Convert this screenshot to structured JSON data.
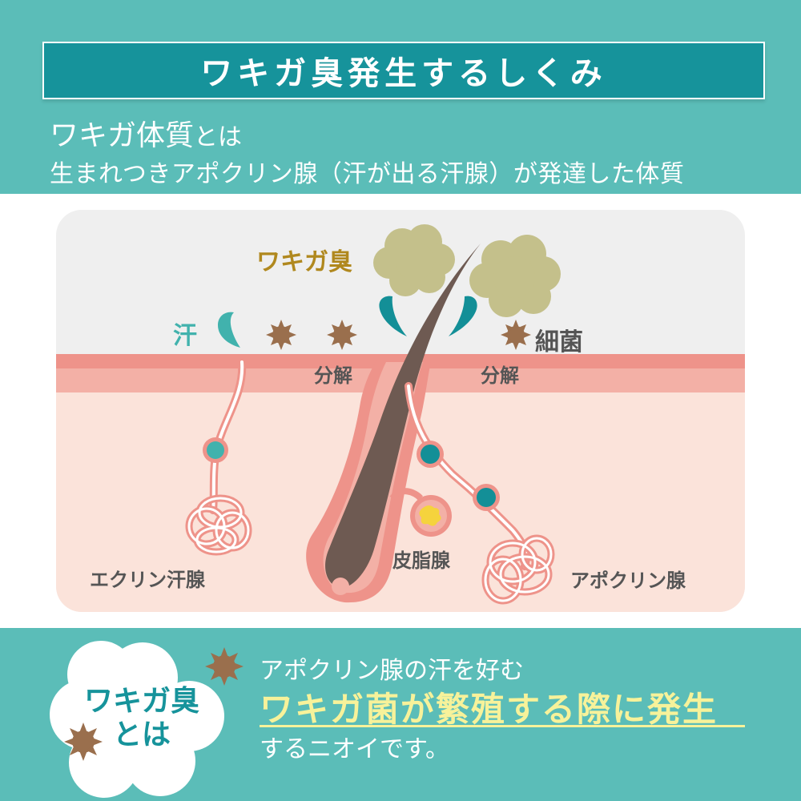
{
  "title": "ワキガ臭発生するしくみ",
  "intro": {
    "term": "ワキガ体質",
    "particle": "とは",
    "description": "生まれつきアポクリン腺（汗が出る汗腺）が発達した体質"
  },
  "diagram": {
    "odor_label": "ワキガ臭",
    "sweat_label": "汗",
    "bacteria_label": "細菌",
    "breakdown_left": "分解",
    "breakdown_right": "分解",
    "eccrine_label": "エクリン汗腺",
    "sebaceous_label": "皮脂腺",
    "apocrine_label": "アポクリン腺"
  },
  "summary": {
    "badge_line1": "ワキガ臭",
    "badge_line2": "とは",
    "line1": "アポクリン腺の汗を好む",
    "line2": "ワキガ菌が繁殖する際に発生",
    "line3": "するニオイです。"
  },
  "colors": {
    "teal": "#5bbdb8",
    "banner": "#16939b",
    "skin_top": "#ee938a",
    "skin_mid": "#f3b0a6",
    "dermis": "#fbe3da",
    "hair": "#6e5a52",
    "odor_cloud": "#c4c08b",
    "bacteria": "#9a6f4d",
    "highlight": "#f7f29a",
    "odor_text": "#b0881e"
  }
}
